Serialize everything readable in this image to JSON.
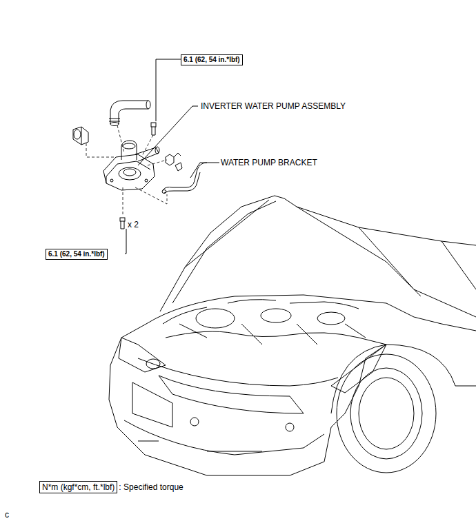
{
  "diagram": {
    "nodes": [
      {
        "text": [
          "6.1 (62, 54 in.*lbf)"
        ]
      },
      {
        "text": [
          "6.1 (62, 54 in.*lbf)"
        ]
      },
      {
        "text": [
          "N*m (kgf*cm, ft.*lbf)"
        ]
      }
    ],
    "labels": [
      "INVERTER WATER PUMP ASSEMBLY",
      "WATER PUMP BRACKET",
      "x 2",
      ": Specified torque",
      "c"
    ]
  }
}
